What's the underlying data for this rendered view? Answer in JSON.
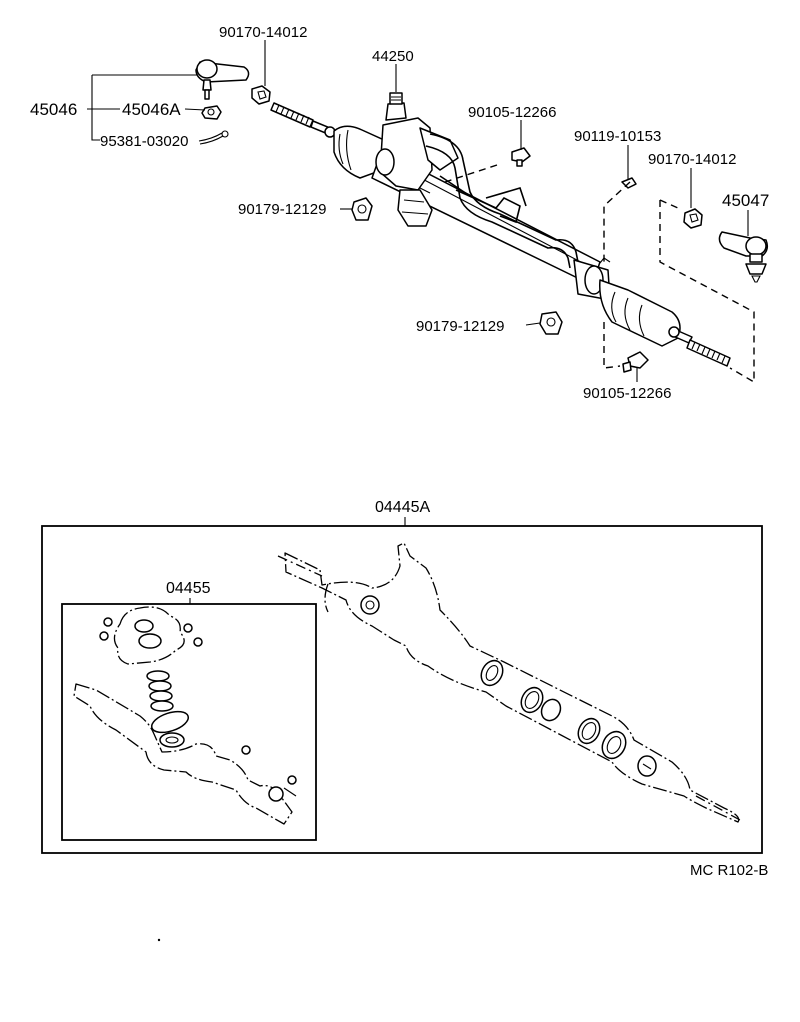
{
  "labels": {
    "p90170_left": "90170-14012",
    "p44250": "44250",
    "p45046": "45046",
    "p45046a": "45046A",
    "p95381": "95381-03020",
    "p90105_top": "90105-12266",
    "p90119": "90119-10153",
    "p90170_right": "90170-14012",
    "p45047": "45047",
    "p90179_top": "90179-12129",
    "p90179_mid": "90179-12129",
    "p90105_bottom": "90105-12266",
    "p04445a": "04445A",
    "p04455": "04455",
    "ref_code": "MC R102-B"
  }
}
